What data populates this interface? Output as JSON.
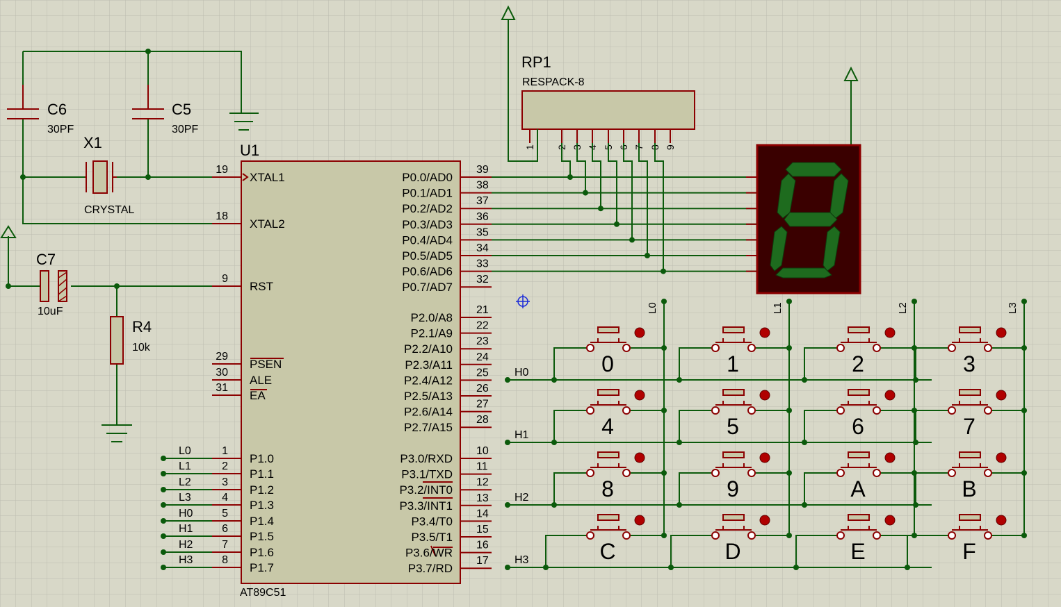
{
  "chip": {
    "ref": "U1",
    "part": "AT89C51",
    "left_pins": [
      {
        "num": "19",
        "name": "XTAL1"
      },
      {
        "num": "18",
        "name": "XTAL2"
      },
      {
        "num": "9",
        "name": "RST"
      },
      {
        "num": "29",
        "name": "PSEN"
      },
      {
        "num": "30",
        "name": "ALE"
      },
      {
        "num": "31",
        "name": "EA"
      },
      {
        "num": "1",
        "name": "P1.0"
      },
      {
        "num": "2",
        "name": "P1.1"
      },
      {
        "num": "3",
        "name": "P1.2"
      },
      {
        "num": "4",
        "name": "P1.3"
      },
      {
        "num": "5",
        "name": "P1.4"
      },
      {
        "num": "6",
        "name": "P1.5"
      },
      {
        "num": "7",
        "name": "P1.6"
      },
      {
        "num": "8",
        "name": "P1.7"
      }
    ],
    "right_pins": [
      {
        "num": "39",
        "name": "P0.0/AD0"
      },
      {
        "num": "38",
        "name": "P0.1/AD1"
      },
      {
        "num": "37",
        "name": "P0.2/AD2"
      },
      {
        "num": "36",
        "name": "P0.3/AD3"
      },
      {
        "num": "35",
        "name": "P0.4/AD4"
      },
      {
        "num": "34",
        "name": "P0.5/AD5"
      },
      {
        "num": "33",
        "name": "P0.6/AD6"
      },
      {
        "num": "32",
        "name": "P0.7/AD7"
      },
      {
        "num": "21",
        "name": "P2.0/A8"
      },
      {
        "num": "22",
        "name": "P2.1/A9"
      },
      {
        "num": "23",
        "name": "P2.2/A10"
      },
      {
        "num": "24",
        "name": "P2.3/A11"
      },
      {
        "num": "25",
        "name": "P2.4/A12"
      },
      {
        "num": "26",
        "name": "P2.5/A13"
      },
      {
        "num": "27",
        "name": "P2.6/A14"
      },
      {
        "num": "28",
        "name": "P2.7/A15"
      },
      {
        "num": "10",
        "name": "P3.0/RXD"
      },
      {
        "num": "11",
        "name": "P3.1/TXD"
      },
      {
        "num": "12",
        "name": "P3.2/INT0"
      },
      {
        "num": "13",
        "name": "P3.3/INT1"
      },
      {
        "num": "14",
        "name": "P3.4/T0"
      },
      {
        "num": "15",
        "name": "P3.5/T1"
      },
      {
        "num": "16",
        "name": "P3.6/WR"
      },
      {
        "num": "17",
        "name": "P3.7/RD"
      }
    ]
  },
  "p1_labels": [
    "L0",
    "L1",
    "L2",
    "L3",
    "H0",
    "H1",
    "H2",
    "H3"
  ],
  "components": {
    "c6": {
      "ref": "C6",
      "value": "30PF"
    },
    "c5": {
      "ref": "C5",
      "value": "30PF"
    },
    "x1": {
      "ref": "X1",
      "value": "CRYSTAL"
    },
    "c7": {
      "ref": "C7",
      "value": "10uF"
    },
    "r4": {
      "ref": "R4",
      "value": "10k"
    },
    "rp1": {
      "ref": "RP1",
      "value": "RESPACK-8",
      "pins": [
        "1",
        "2",
        "3",
        "4",
        "5",
        "6",
        "7",
        "8",
        "9"
      ]
    }
  },
  "keypad": {
    "rows": [
      "H0",
      "H1",
      "H2",
      "H3"
    ],
    "cols": [
      "L0",
      "L1",
      "L2",
      "L3"
    ],
    "keys": [
      [
        "0",
        "1",
        "2",
        "3"
      ],
      [
        "4",
        "5",
        "6",
        "7"
      ],
      [
        "8",
        "9",
        "A",
        "B"
      ],
      [
        "C",
        "D",
        "E",
        "F"
      ]
    ]
  },
  "colors": {
    "wire": "#0b5a0b",
    "component": "#8b0000",
    "body": "#c8c8a8",
    "background": "#d8d8c8",
    "display_bg": "#3a0000",
    "segment": "#1e6b1e"
  }
}
